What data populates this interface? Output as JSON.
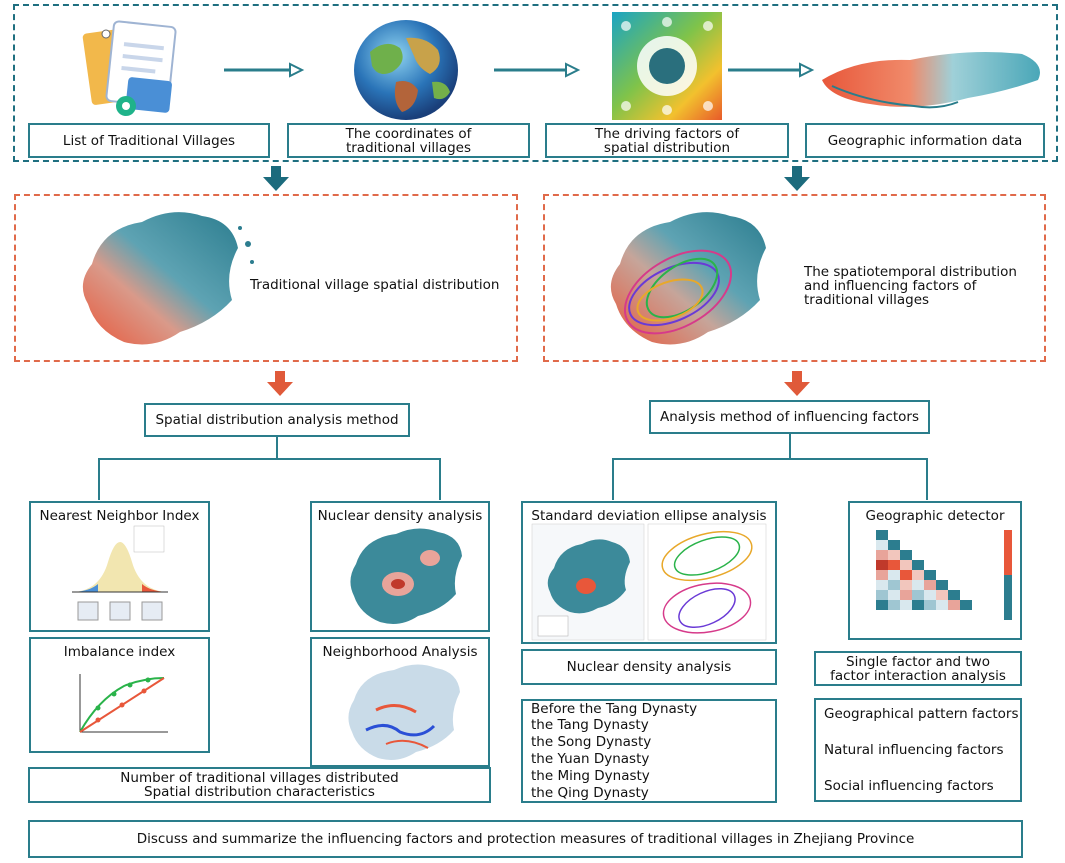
{
  "top_row": {
    "list_label": "List of Traditional Villages",
    "coords_label_1": "The coordinates of",
    "coords_label_2": "traditional villages",
    "driving_label_1": "The driving factors of",
    "driving_label_2": "spatial distribution",
    "geo_label": "Geographic information data"
  },
  "middle": {
    "left_text": "Traditional village spatial distribution",
    "right_text_1": "The spatiotemporal distribution",
    "right_text_2": "and influencing factors of",
    "right_text_3": "traditional villages"
  },
  "methods": {
    "left_title": "Spatial distribution analysis method",
    "right_title": "Analysis method of influencing factors"
  },
  "left_branch": {
    "nni_title": "Nearest Neighbor Index",
    "imbalance_title": "Imbalance index",
    "kde_title": "Nuclear density analysis",
    "neighborhood_title": "Neighborhood Analysis",
    "summary_1": "Number of traditional villages distributed",
    "summary_2": "Spatial distribution characteristics"
  },
  "right_branch": {
    "sde_title": "Standard deviation ellipse analysis",
    "kde_title": "Nuclear density analysis",
    "dynasties": [
      "Before the Tang Dynasty",
      "the Tang Dynasty",
      "the Song Dynasty",
      "the Yuan Dynasty",
      "the Ming Dynasty",
      "the Qing Dynasty"
    ],
    "geo_detector_title": "Geographic detector",
    "interaction_1": "Single factor and two",
    "interaction_2": "factor interaction analysis",
    "factors": [
      "Geographical pattern factors",
      "Natural influencing factors",
      "Social influencing factors"
    ]
  },
  "conclusion": "Discuss and summarize the influencing factors and protection measures of traditional villages in Zhejiang Province",
  "colors": {
    "teal": "#2a7d8b",
    "dashed_teal": "#1f6f80",
    "dashed_red": "#e06a4a",
    "arrow_red": "#e05a3a",
    "arrow_teal": "#1c6b7d"
  }
}
